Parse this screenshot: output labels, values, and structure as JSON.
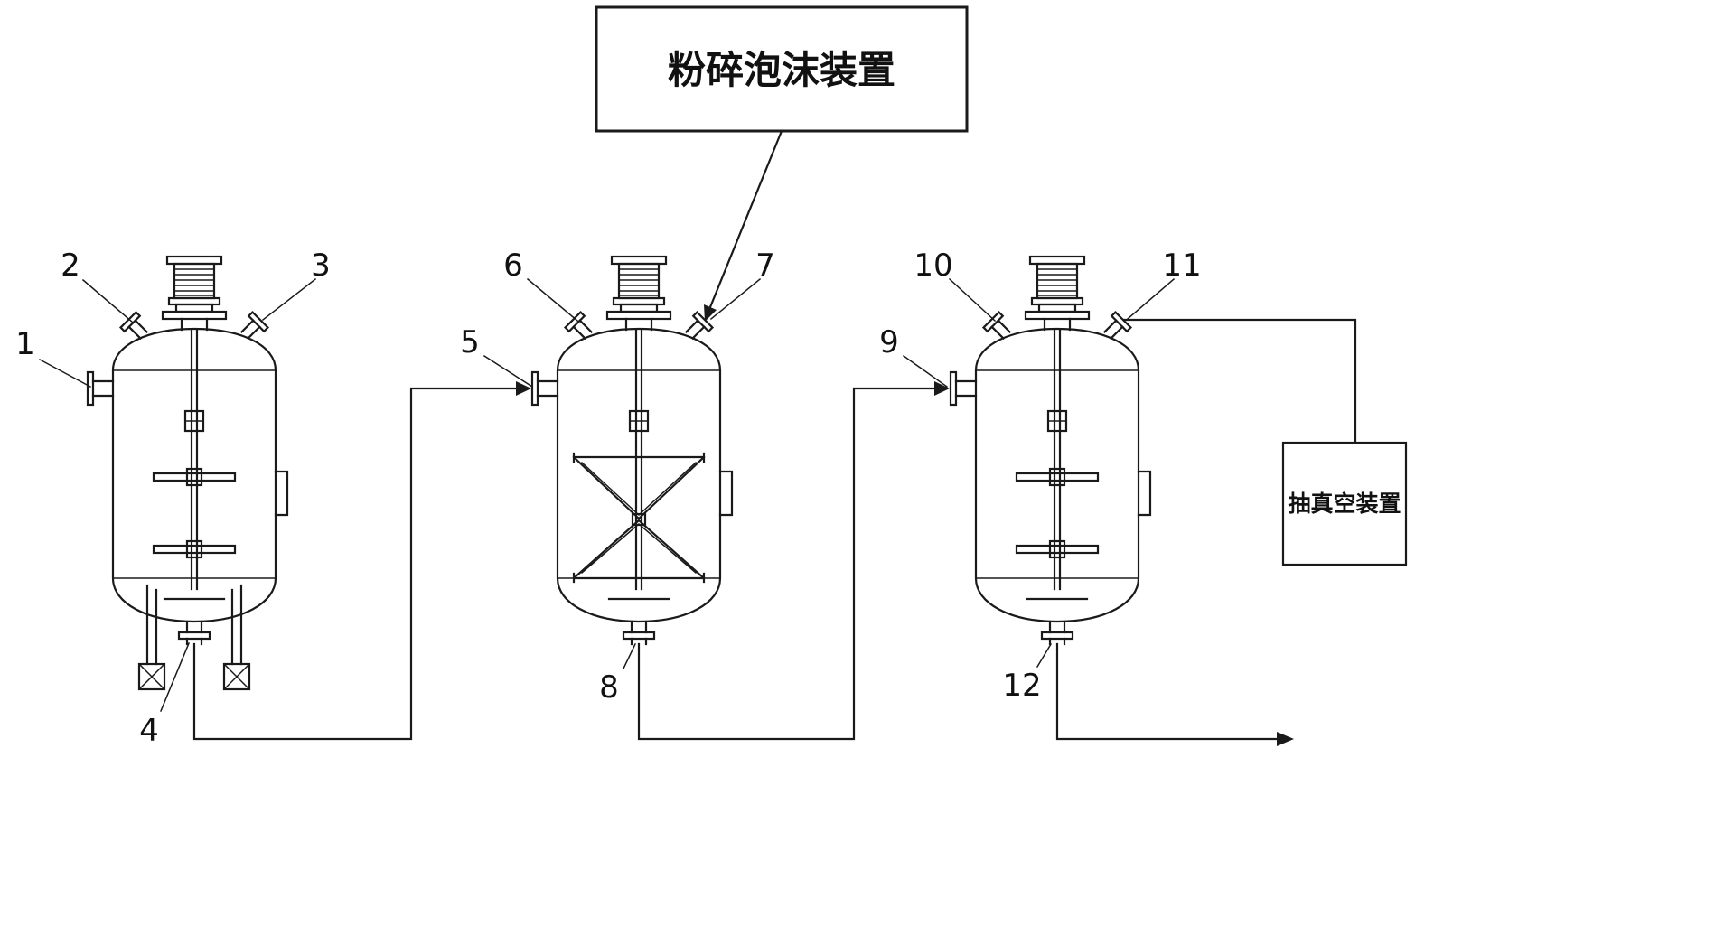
{
  "diagram": {
    "title_box": {
      "label": "粉碎泡沫装置"
    },
    "vacuum_box": {
      "label": "抽真空装置"
    },
    "part_labels": {
      "p1": "1",
      "p2": "2",
      "p3": "3",
      "p4": "4",
      "p5": "5",
      "p6": "6",
      "p7": "7",
      "p8": "8",
      "p9": "9",
      "p10": "10",
      "p11": "11",
      "p12": "12"
    }
  }
}
